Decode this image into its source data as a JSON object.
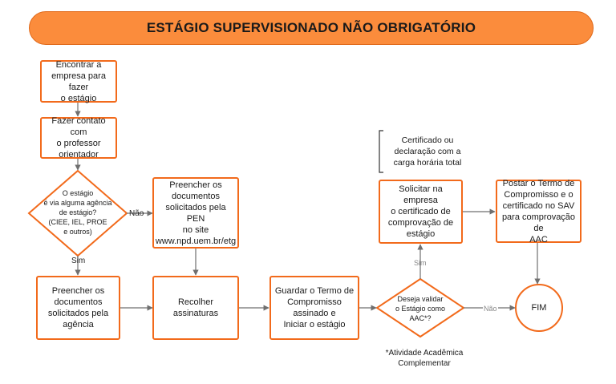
{
  "title": "ESTÁGIO SUPERVISIONADO NÃO OBRIGATÓRIO",
  "steps": {
    "encontrar": "Encontrar a\nempresa para fazer\no estágio",
    "contato": "Fazer contato com\no professor\norientador",
    "decisao_agencia": "O estágio\né via alguma agência\nde estágio?\n(CIEE, IEL, PROE\ne outros)",
    "preencher_pen": "Preencher  os\ndocumentos\nsolicitados pela PEN\nno site\nwww.npd.uem.br/etg",
    "preencher_agencia": "Preencher os\ndocumentos\nsolicitados pela\nagência",
    "recolher": "Recolher assinaturas",
    "guardar": "Guardar o Termo de\nCompromisso\nassinado e\nIniciar o estágio",
    "decisao_aac": "Deseja validar\no  Estágio como\nAAC*?",
    "solicitar": "Solicitar na empresa\no certificado de\ncomprovação de\nestágio",
    "postar": "Postar o Termo de\nCompromisso e o\ncertificado no SAV\npara comprovação de\nAAC",
    "fim": "FIM"
  },
  "annotation": "Certificado ou\ndeclaração com  a\ncarga horária total",
  "edge_labels": {
    "nao_agencia": "Não",
    "sim_agencia": "Sim",
    "sim_aac": "Sim",
    "nao_aac": "Não"
  },
  "footnote": "*Atividade Acadêmica\nComplementar",
  "colors": {
    "accent": "#f26a1b",
    "banner": "#fb8c3c",
    "line": "#777777"
  }
}
